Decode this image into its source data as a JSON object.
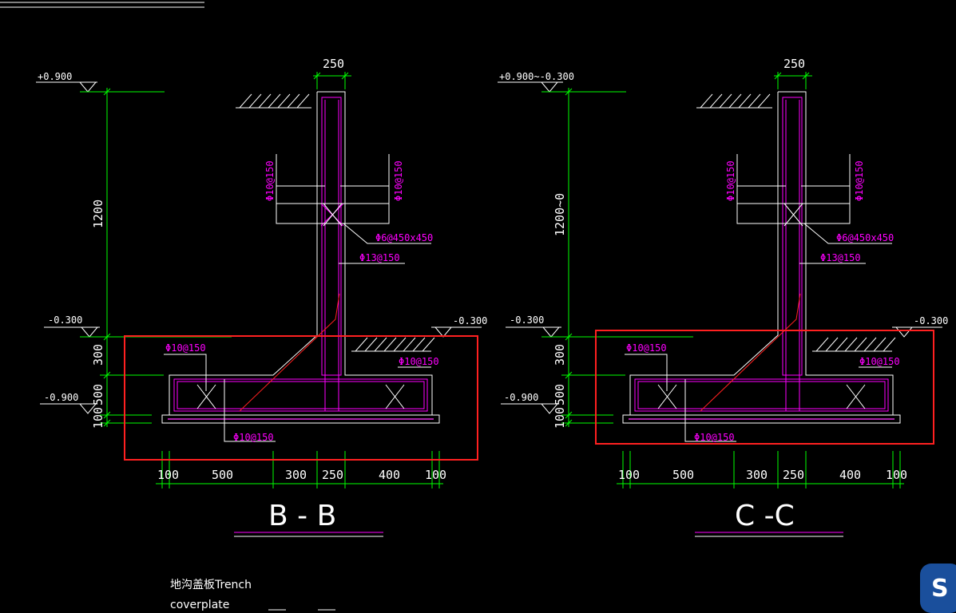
{
  "sections": [
    {
      "id": "B-B",
      "title": "B - B",
      "top_level": "+0.900",
      "mid_level": "-0.300",
      "right_level": "-0.300",
      "bottom_level": "-0.900",
      "wall_thickness": "250",
      "vertical_dims": [
        "1200",
        "300",
        "500",
        "100"
      ],
      "horizontal_dims": [
        "100",
        "500",
        "300",
        "250",
        "400",
        "100"
      ],
      "rebar": {
        "wall_left": "Φ10@150",
        "wall_right": "Φ10@150",
        "tie": "Φ6@450x450",
        "wall_vertical": "Φ13@150",
        "footing_top_left": "Φ10@150",
        "footing_top_right": "Φ10@150",
        "footing_bottom": "Φ10@150"
      }
    },
    {
      "id": "C-C",
      "title": "C -C",
      "top_level": "+0.900~-0.300",
      "mid_level": "-0.300",
      "right_level": "-0.300",
      "bottom_level": "-0.900",
      "wall_thickness": "250",
      "vertical_dims": [
        "1200~0",
        "300",
        "500",
        "100"
      ],
      "horizontal_dims": [
        "100",
        "500",
        "300",
        "250",
        "400",
        "100"
      ],
      "rebar": {
        "wall_left": "Φ10@150",
        "wall_right": "Φ10@150",
        "tie": "Φ6@450x450",
        "wall_vertical": "Φ13@150",
        "footing_top_left": "Φ10@150",
        "footing_top_right": "Φ10@150",
        "footing_bottom": "Φ10@150"
      }
    }
  ],
  "note": {
    "line1": "地沟盖板Trench",
    "line2": "coverplate"
  },
  "colors": {
    "background": "#000000",
    "dimension": "#00ff00",
    "rebar": "#ff00ff",
    "outline": "#ffffff",
    "highlight": "#ff2020",
    "badge": "#1a4f9c"
  },
  "badge_icon": "app-logo-icon",
  "badge_glyph": "S"
}
